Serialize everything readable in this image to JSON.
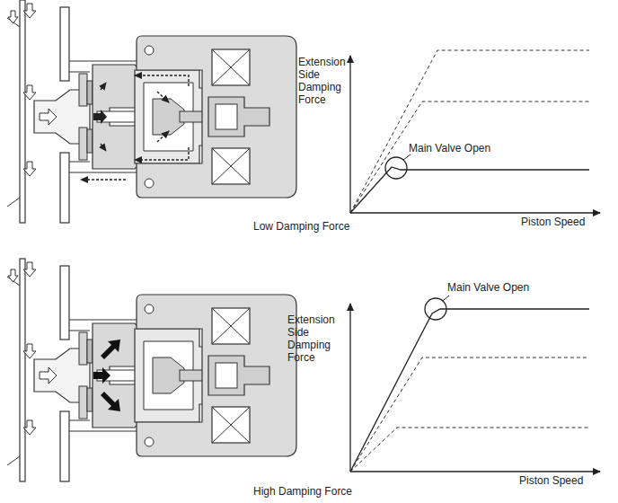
{
  "diagram": {
    "labels": [
      "Extension Side Damping Force",
      "Main Valve Open",
      "Piston Speed",
      "Low Damping Force",
      "Main Valve Open",
      "Extension Side Damping Force",
      "Piston Speed",
      "High Damping Force"
    ]
  }
}
